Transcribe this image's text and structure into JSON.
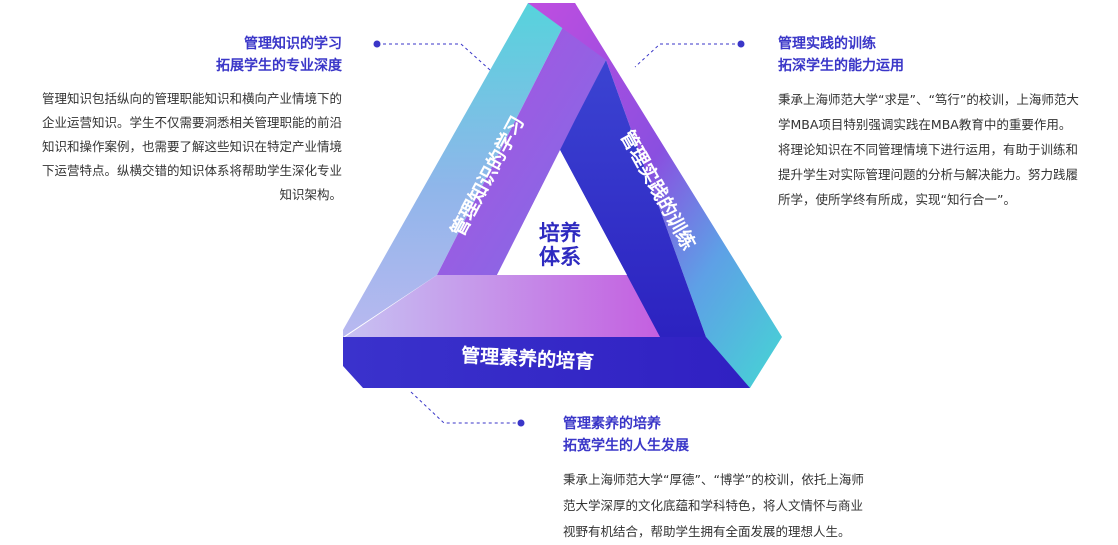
{
  "center": {
    "line1": "培养",
    "line2": "体系"
  },
  "bands": {
    "knowledge": "管理知识的学习",
    "practice": "管理实践的训练",
    "literacy": "管理素养的培育"
  },
  "sections": {
    "knowledge": {
      "title1": "管理知识的学习",
      "title2": "拓展学生的专业深度",
      "lines": [
        "管理知识包括纵向的管理职能知识和横向产业情境下的",
        "企业运营知识。学生不仅需要洞悉相关管理职能的前沿",
        "知识和操作案例，也需要了解这些知识在特定产业情境",
        "下运营特点。纵横交错的知识体系将帮助学生深化专业",
        "知识架构。"
      ]
    },
    "practice": {
      "title1": "管理实践的训练",
      "title2": "拓深学生的能力运用",
      "lines": [
        "秉承上海师范大学“求是”、“笃行”的校训，上海师范大",
        "学MBA项目特别强调实践在MBA教育中的重要作用。",
        "将理论知识在不同管理情境下进行运用，有助于训练和",
        "提升学生对实际管理问题的分析与解决能力。努力践履",
        "所学，使所学终有所成，实现“知行合一”。"
      ]
    },
    "literacy": {
      "title1": "管理素养的培养",
      "title2": "拓宽学生的人生发展",
      "lines": [
        "秉承上海师范大学“厚德”、“博学”的校训，依托上海师",
        "范大学深厚的文化底蕴和学科特色，将人文情怀与商业",
        "视野有机结合，帮助学生拥有全面发展的理想人生。"
      ]
    }
  },
  "colors": {
    "title": "#3a36c8",
    "dot": "#3a36c8",
    "band_dark": "#3128c6",
    "band_cyan": "#48d0d6",
    "band_purple": "#b24ee0",
    "band_lavender": "#b9c4f0"
  }
}
